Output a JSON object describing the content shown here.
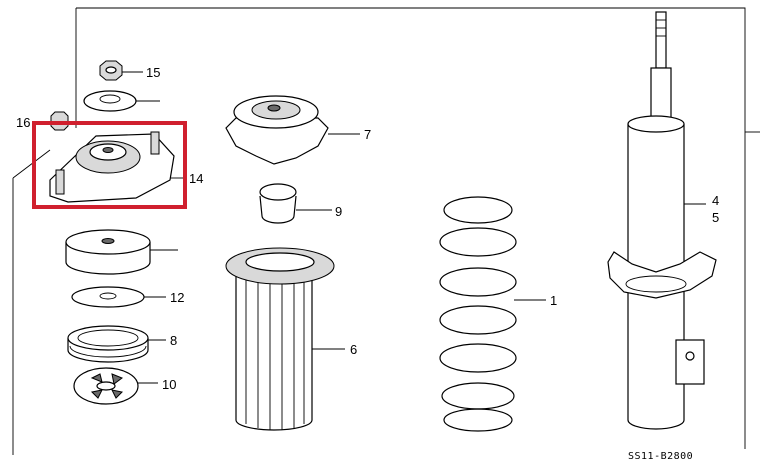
{
  "parts": {
    "p15": "15",
    "p16": "16",
    "p14": "14",
    "p7": "7",
    "p9": "9",
    "p4": "4",
    "p5": "5",
    "p1": "1",
    "p12": "12",
    "p8": "8",
    "p6": "6",
    "p10": "10"
  },
  "diagram_code": "SS11-B2800",
  "highlight": {
    "part": "14",
    "color": "#d0202e"
  }
}
